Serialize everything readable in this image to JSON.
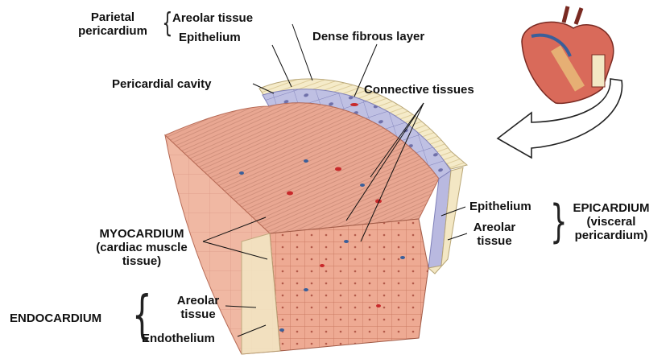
{
  "labels": {
    "parietal_pericardium": "Parietal pericardium",
    "areolar_tissue_top": "Areolar tissue",
    "epithelium_top": "Epithelium",
    "dense_fibrous_layer": "Dense fibrous layer",
    "pericardial_cavity": "Pericardial cavity",
    "connective_tissues": "Connective tissues",
    "epithelium_right": "Epithelium",
    "areolar_tissue_right": "Areolar tissue",
    "epicardium": "EPICARDIUM (visceral pericardium)",
    "myocardium": "MYOCARDIUM (cardiac muscle tissue)",
    "areolar_tissue_bottom": "Areolar tissue",
    "endocardium": "ENDOCARDIUM",
    "endothelium": "Endothelium"
  },
  "colors": {
    "muscle": "#e8a58f",
    "muscle_dark": "#cf7f69",
    "cavity": "#b9b9e0",
    "cavity_dark": "#8f8fc8",
    "fibrous": "#f3e7c4",
    "nucleus": "#3a5f9a",
    "vessel": "#c8282a",
    "arrow": "#ffffff"
  },
  "icons": [
    "heart-icon",
    "curved-arrow-icon"
  ]
}
